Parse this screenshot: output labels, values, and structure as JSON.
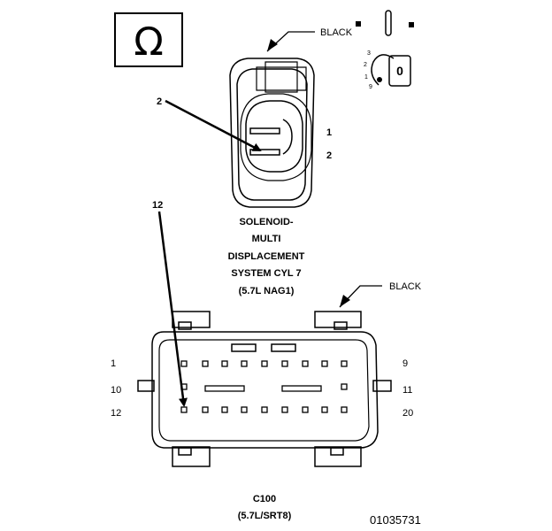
{
  "symbol": {
    "glyph": "Ω"
  },
  "solenoid_connector": {
    "color_label": "BLACK",
    "callout": "2",
    "pins": [
      "1",
      "2"
    ],
    "title_lines": [
      "SOLENOID-",
      "MULTI",
      "DISPLACEMENT",
      "SYSTEM CYL 7",
      "(5.7L NAG1)"
    ]
  },
  "legend_icon": {
    "numbers": [
      "3",
      "2",
      "1",
      "9"
    ],
    "letter": "0"
  },
  "c100_connector": {
    "color_label": "BLACK",
    "callout": "12",
    "pins": [
      "1",
      "10",
      "12",
      "9",
      "11",
      "20"
    ],
    "title_lines": [
      "C100",
      "(5.7L/SRT8)"
    ]
  },
  "figure_id": "01035731"
}
